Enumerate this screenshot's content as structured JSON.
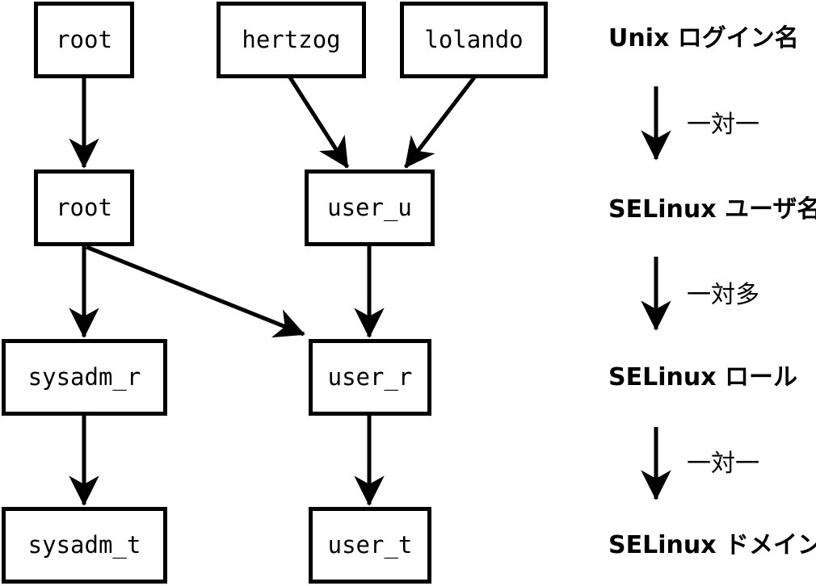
{
  "diagram": {
    "nodes": {
      "unix_root": "root",
      "unix_hertzog": "hertzog",
      "unix_lolando": "lolando",
      "selinux_root": "root",
      "selinux_user_u": "user_u",
      "role_sysadm_r": "sysadm_r",
      "role_user_r": "user_r",
      "domain_sysadm_t": "sysadm_t",
      "domain_user_t": "user_t"
    },
    "edges": [
      {
        "from": "unix_root",
        "to": "selinux_root"
      },
      {
        "from": "unix_hertzog",
        "to": "selinux_user_u"
      },
      {
        "from": "unix_lolando",
        "to": "selinux_user_u"
      },
      {
        "from": "selinux_root",
        "to": "role_sysadm_r"
      },
      {
        "from": "selinux_root",
        "to": "role_user_r"
      },
      {
        "from": "selinux_user_u",
        "to": "role_user_r"
      },
      {
        "from": "role_sysadm_r",
        "to": "domain_sysadm_t"
      },
      {
        "from": "role_user_r",
        "to": "domain_user_t"
      }
    ],
    "legend": {
      "levels": [
        "Unix ログイン名",
        "SELinux ユーザ名",
        "SELinux ロール",
        "SELinux ドメイン"
      ],
      "relations": [
        "一対一",
        "一対多",
        "一対一"
      ]
    },
    "colors": {
      "line": "#000000",
      "background": "#ffffff",
      "text": "#000000"
    }
  }
}
